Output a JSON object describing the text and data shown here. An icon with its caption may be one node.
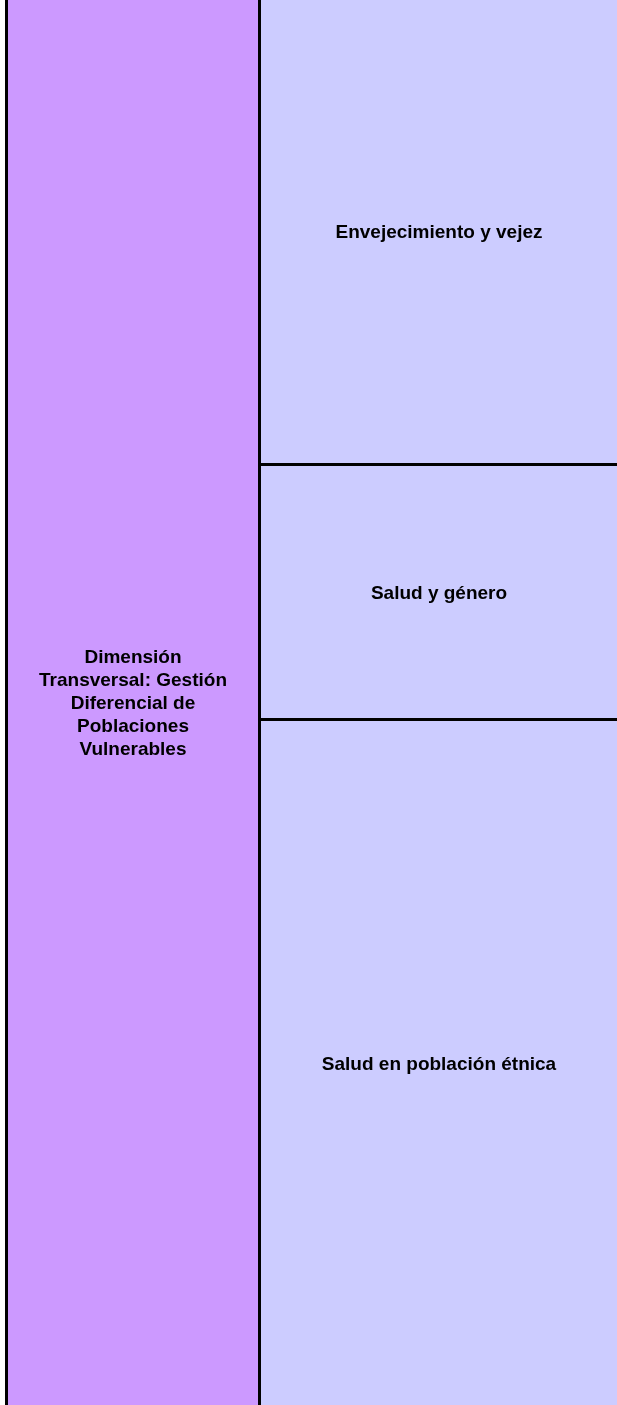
{
  "diagram": {
    "nodes": [
      {
        "text": [
          "Dimensión Transversal: Gestión Diferencial de Poblaciones Vulnerables"
        ]
      },
      {
        "text": [
          "Envejecimiento y vejez"
        ]
      },
      {
        "text": [
          "Salud y género"
        ]
      },
      {
        "text": [
          "Salud en población étnica"
        ]
      }
    ]
  }
}
